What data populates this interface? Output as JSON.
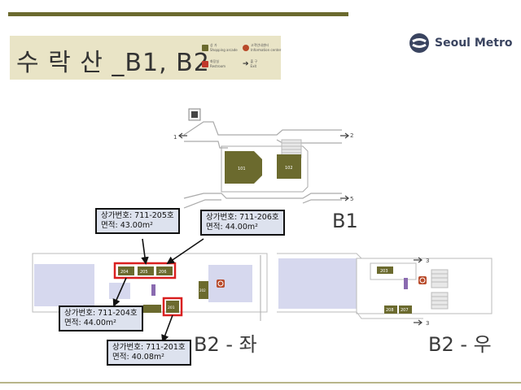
{
  "title": "수 락 산 _B1, B2",
  "logo": {
    "text": "Seoul Metro",
    "icon": "seoul-metro-logo-icon"
  },
  "legend": {
    "shopping_label": "상 가",
    "shopping_sub": "Shopping arcade",
    "info_label": "고객안내센터",
    "info_sub": "Information center",
    "restroom_label": "화장실",
    "restroom_sub": "Restroom",
    "exit_label": "출 구",
    "exit_sub": "Exit"
  },
  "levels": {
    "b1": "B1",
    "b2_left": "B2 - 좌",
    "b2_right": "B2 - 우"
  },
  "exits": {
    "e1": "1",
    "e2": "2",
    "e5": "5",
    "e3a": "3",
    "e3b": "3"
  },
  "shops": {
    "s101": "101",
    "s102": "102",
    "s204": "204",
    "s205": "205",
    "s206": "206",
    "s202": "202",
    "s201": "201",
    "s203": "203",
    "s208": "208",
    "s207": "207"
  },
  "callouts": {
    "c205": {
      "line1": "상가번호: 711-205호",
      "line2": "면적: 43.00m²"
    },
    "c206": {
      "line1": "상가번호: 711-206호",
      "line2": "면적: 44.00m²"
    },
    "c204": {
      "line1": "상가번호: 711-204호",
      "line2": "면적: 44.00m²"
    },
    "c201": {
      "line1": "상가번호: 711-201호",
      "line2": "면적: 40.08m²"
    }
  },
  "colors": {
    "shop": "#6b6a2e",
    "highlight": "#d92020",
    "platform": "#d6d8ee",
    "callout_bg": "#dde2ee"
  }
}
